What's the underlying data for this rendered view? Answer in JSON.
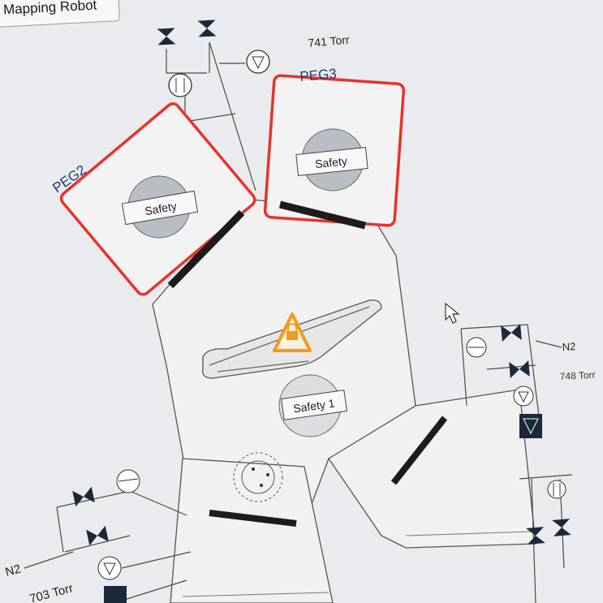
{
  "window": {
    "title": "Mapping Robot"
  },
  "chambers": {
    "peg2": {
      "label": "PEG2",
      "badge": "Safety"
    },
    "peg3": {
      "label": "PEG3",
      "badge": "Safety"
    },
    "center": {
      "badge": "Safety 1"
    }
  },
  "gauges": {
    "top": "741 Torr",
    "right_gas": "N2",
    "right": "748 Torr",
    "left_gas": "N2",
    "left": "703 Torr"
  },
  "icons": {
    "lock": "lock-warning-icon",
    "cursor": "mouse-pointer-icon"
  },
  "colors": {
    "selection": "#e8332a",
    "door": "#1c1c1c",
    "warning": "#f29a1d",
    "chamber_fill": "#f1f1f1"
  }
}
